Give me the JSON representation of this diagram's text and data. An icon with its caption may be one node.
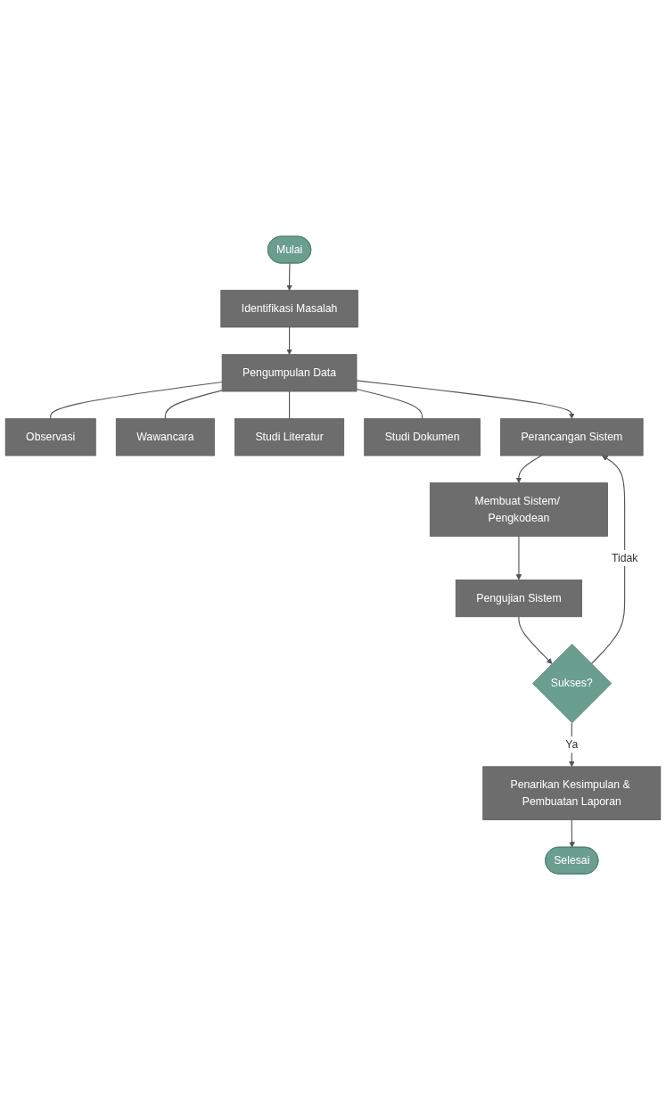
{
  "diagram": {
    "nodes": [
      {
        "text": [
          "Mulai"
        ]
      },
      {
        "text": [
          "Identifikasi Masalah"
        ]
      },
      {
        "text": [
          "Pengumpulan Data"
        ]
      },
      {
        "text": [
          "Observasi"
        ]
      },
      {
        "text": [
          "Wawancara"
        ]
      },
      {
        "text": [
          "Studi Literatur"
        ]
      },
      {
        "text": [
          "Studi Dokumen"
        ]
      },
      {
        "text": [
          "Perancangan Sistem"
        ]
      },
      {
        "text": [
          "Membuat Sistem/ Pengkodean"
        ]
      },
      {
        "text": [
          "Pengujian Sistem"
        ]
      },
      {
        "text": [
          "Sukses?"
        ]
      },
      {
        "text": [
          "Penarikan Kesimpulan & Pembuatan Laporan"
        ]
      },
      {
        "text": [
          "Selesai"
        ]
      }
    ],
    "edges": [
      {
        "from": 0,
        "to": 1,
        "arrow": "to"
      },
      {
        "from": 1,
        "to": 2,
        "arrow": "to"
      },
      {
        "from": 2,
        "to": 3,
        "arrow": "none"
      },
      {
        "from": 2,
        "to": 4,
        "arrow": "none"
      },
      {
        "from": 2,
        "to": 5,
        "arrow": "none"
      },
      {
        "from": 2,
        "to": 6,
        "arrow": "none"
      },
      {
        "from": 2,
        "to": 7,
        "arrow": "to"
      },
      {
        "from": 7,
        "to": 8,
        "arrow": "to"
      },
      {
        "from": 8,
        "to": 9,
        "arrow": "to"
      },
      {
        "from": 9,
        "to": 10,
        "arrow": "to"
      },
      {
        "from": 10,
        "to": 7,
        "arrow": "to",
        "label": "Tidak"
      },
      {
        "from": 10,
        "to": 11,
        "arrow": "to",
        "label": "Ya"
      },
      {
        "from": 11,
        "to": 12,
        "arrow": "to"
      }
    ]
  }
}
